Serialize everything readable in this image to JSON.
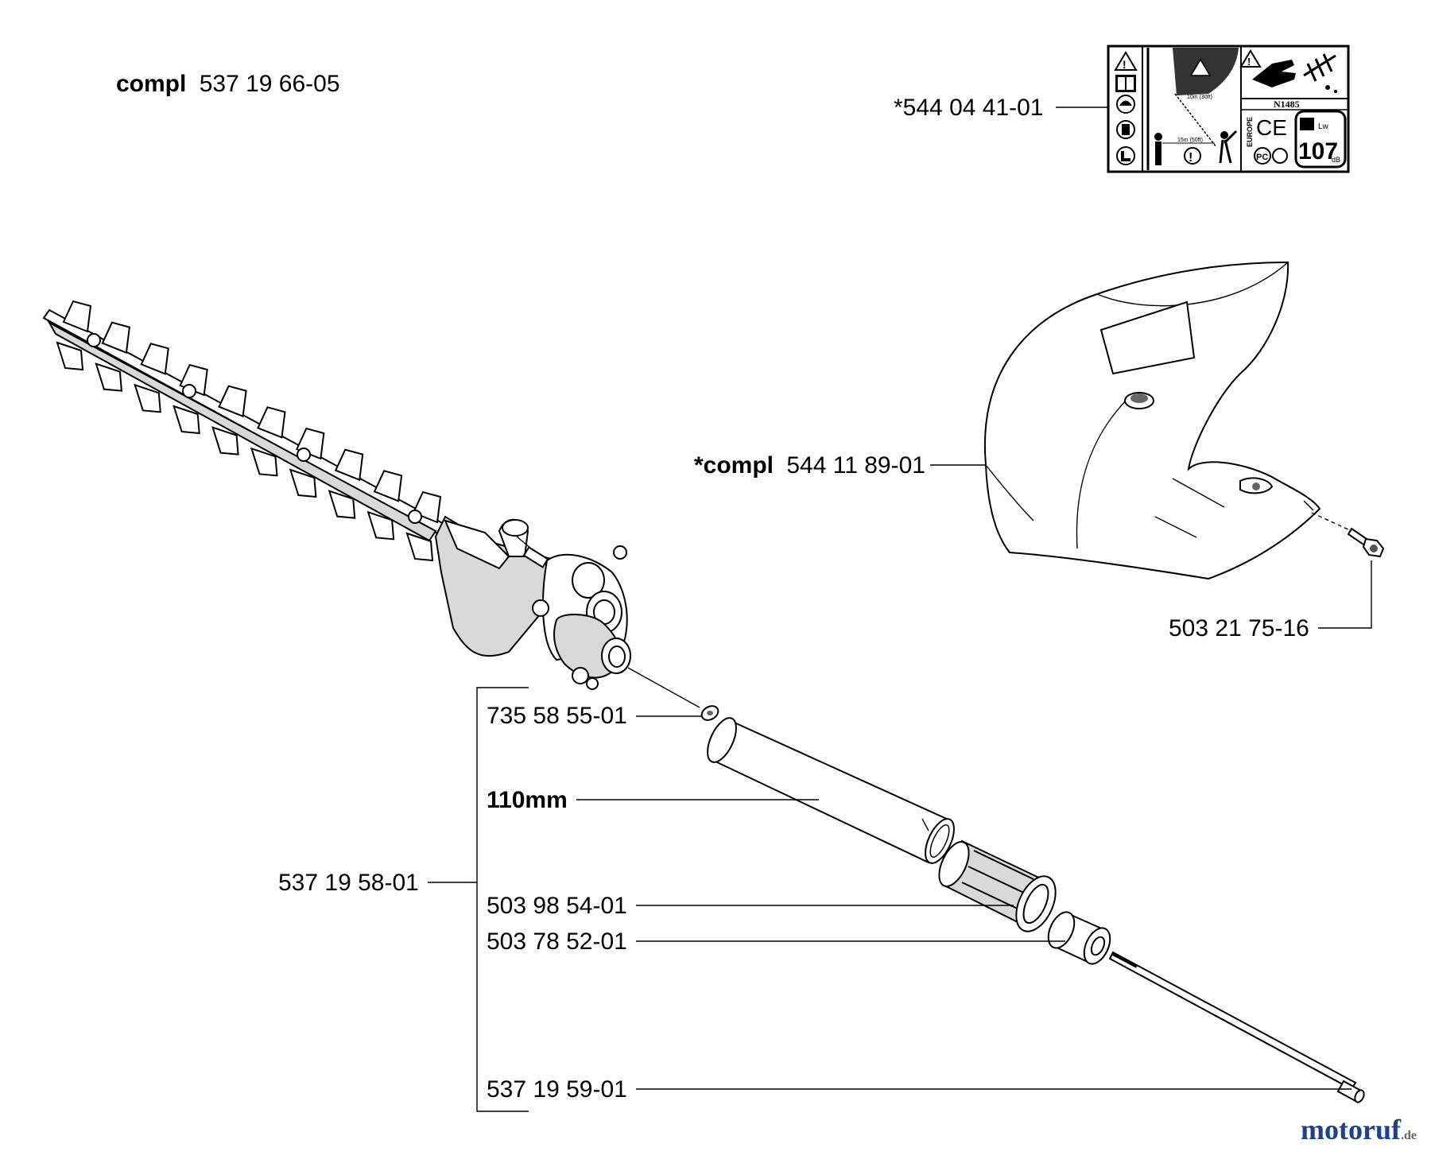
{
  "labels": {
    "top_assembly": {
      "prefix": "compl",
      "number": "537 19 66-05"
    },
    "decal": "*544 04 41-01",
    "guard": {
      "prefix": "*compl",
      "number": "544 11 89-01"
    },
    "screw": "503 21 75-16",
    "washer": "735 58 55-01",
    "tube_length": "110mm",
    "shaft_assembly": "537 19 58-01",
    "bushing": "503 98 54-01",
    "sleeve": "503 78 52-01",
    "drive_shaft": "537 19 59-01"
  },
  "decal_content": {
    "panel_code": "N1485",
    "region": "EUROPE",
    "ce_mark": "CE",
    "sound_level": "107",
    "sound_unit": "dB",
    "lwa": "Lw",
    "distance_1": "15m (50ft)",
    "distance_2": "10m (30ft)"
  },
  "watermark": {
    "brand": "motoruf",
    "suffix": ".de",
    "color_main": "#1f3f8f",
    "color_accent": "#e07020"
  }
}
